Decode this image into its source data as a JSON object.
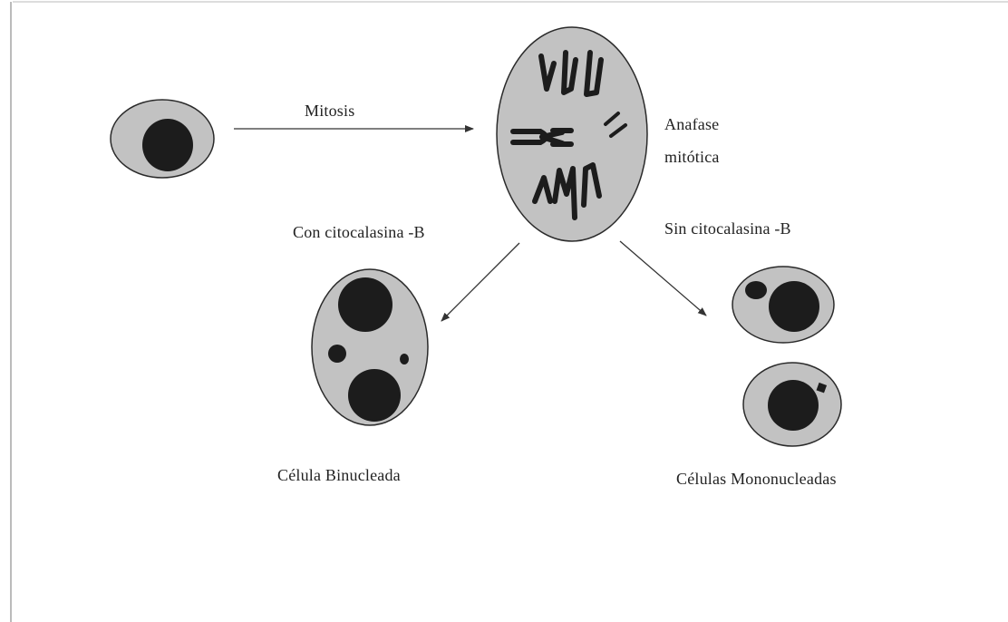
{
  "labels": {
    "mitosis": "Mitosis",
    "anaphase_line1": "Anafase",
    "anaphase_line2": "mitótica",
    "with_cytochalasin": "Con citocalasina -B",
    "without_cytochalasin": "Sin citocalasina -B",
    "binucleated": "Célula Binucleada",
    "mononucleated": "Células Mononucleadas"
  },
  "colors": {
    "cytoplasm": "#c2c2c2",
    "nucleus": "#1c1c1c",
    "outline": "#2a2a2a",
    "arrow": "#333333"
  }
}
